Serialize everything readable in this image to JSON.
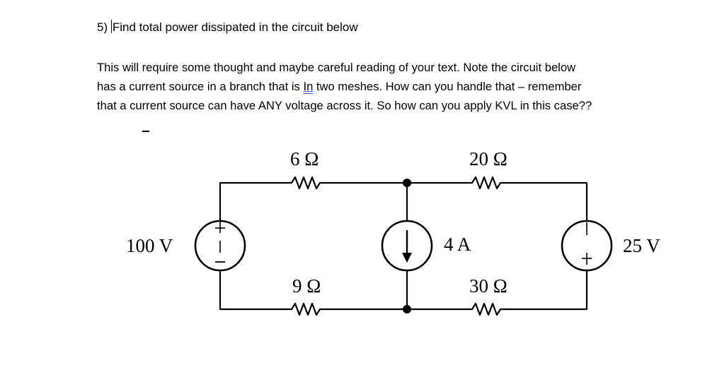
{
  "question": {
    "number_prefix": "5)",
    "title": "Find total power dissipated in the circuit below"
  },
  "paragraph": {
    "line1": "This will require some thought and maybe careful reading of your text.  Note the circuit below",
    "line2_before": "has a current source in a branch that is ",
    "line2_flagged": "In",
    "line2_after": " two meshes.  How can you handle that – remember",
    "line3": "that a current source can have ANY voltage across it.  So how can you apply KVL in this case??"
  },
  "circuit": {
    "voltage_source_left": "100 V",
    "voltage_source_right": "25 V",
    "current_source": "4 A",
    "r_top_left": "6 Ω",
    "r_top_right": "20 Ω",
    "r_bottom_left": "9 Ω",
    "r_bottom_right": "30 Ω",
    "plus_sign": "+",
    "minus_sign": "−"
  }
}
